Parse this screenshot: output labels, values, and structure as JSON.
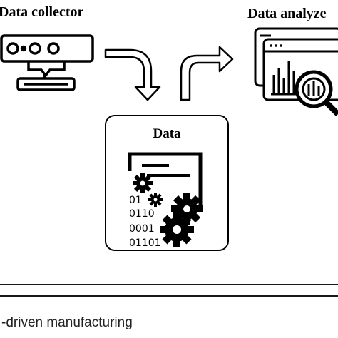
{
  "collector": {
    "title": "Data collector",
    "icon": "sensor-camera-icon"
  },
  "analyzer": {
    "title": "Data analyze"
  },
  "data_box": {
    "title": "Data",
    "binary_lines": [
      "01",
      "0110",
      "0001",
      "01101"
    ]
  },
  "caption": "-driven manufacturing",
  "colors": {
    "stroke": "#000000",
    "background": "#ffffff"
  }
}
